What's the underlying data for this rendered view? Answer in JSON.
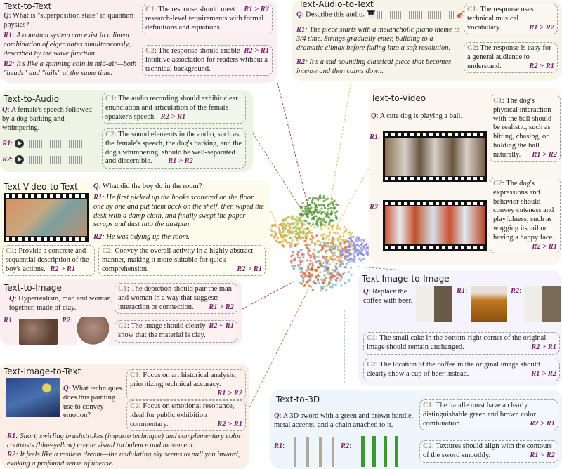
{
  "panels": {
    "t2t": {
      "title": "Text-to-Text",
      "q": "What is \"superposition state\" in quantum physics?",
      "r1": "A quantum system can exist in a linear combination of eigenstates simultaneously, described by the wave function.",
      "r2": "It's like a spinning coin in mid-air—both \"heads\" and \"tails\" at the same time.",
      "c1": "The response should meet research-level requirements with formal definitions and equations.",
      "c1v": "R1 > R2",
      "c2": "The response should enable intuitive association for readers without a technical background.",
      "c2v": "R2 > R1"
    },
    "ta2t": {
      "title": "Text-Audio-to-Text",
      "q": "Describe this audio.",
      "r1": "The piece starts with a melancholic piano theme in 3/4 time. Strings gradually enter, building to a dramatic climax before fading into a soft resolution.",
      "r2": "It's a sad-sounding classical piece that becomes intense and then calms down.",
      "c1": "The response uses technical musical vocabulary.",
      "c1v": "R1 > R2",
      "c2": "The response is easy for a general audience to understand.",
      "c2v": "R2 > R1"
    },
    "t2a": {
      "title": "Text-to-Audio",
      "q": "A female's speech followed by a dog barking and whimpering.",
      "c1": "The audio recording should exhibit clear enunciation and articulation of the female speaker's speech.",
      "c1v": "R2 > R1",
      "c2": "The sound elements in the audio, such as the female's speech, the dog's barking, and the dog's whimpering, should be well-separated and discernible.",
      "c2v": "R1 > R2"
    },
    "t2v": {
      "title": "Text-to-Video",
      "q": "A cute dog is playing a ball.",
      "c1": "The dog's physical interaction with the ball should be realistic, such as hitting, chasing, or holding the ball naturally.",
      "c1v": "R1 > R2",
      "c2": "The dog's expressions and behavior should convey cuteness and playfulness, such as wagging its tail or having a happy face.",
      "c2v": "R2 > R1"
    },
    "tv2t": {
      "title": "Text-Video-to-Text",
      "q": "What did the boy do in the room?",
      "r1": "He first picked up the books scattered on the floor one by one and put them back on the shelf, then wiped the desk with a damp cloth, and finally swept the paper scraps and dust into the dustpan.",
      "r2": "He was tidying up the room.",
      "c1": "Provide a concrete and sequential description of the boy's actions.",
      "c1v": "R2 > R1",
      "c2": "Convey the overall activity in a highly abstract manner, making it more suitable for quick comprehension.",
      "c2v": "R2 > R1"
    },
    "t2i": {
      "title": "Text-to-Image",
      "q": "Hyperrealism, man and woman, together, made of clay.",
      "c1": "The depiction should pair the man and woman in a way that suggests interaction or connection.",
      "c1v": "R1 > R2",
      "c2": "The image should clearly show that the material is clay.",
      "c2v": "R2 ~ R1"
    },
    "ti2i": {
      "title": "Text-Image-to-Image",
      "q": "Replace the coffee with beer.",
      "c1": "The small cake in the bottom-right corner of the original image should remain unchanged.",
      "c1v": "R2 > R1",
      "c2": "The location of the coffee in the original image should clearly show a cup of beer instead.",
      "c2v": "R1 > R2"
    },
    "ti2t": {
      "title": "Text-Image-to-Text",
      "q": "What techniques does this painting use to convey emotion?",
      "r1": "Short, swirling brushstrokes (impasto technique) and complementary color contrasts (blue-yellow) create visual turbulence and movement.",
      "r2": "It feels like a restless dream—the undulating sky seems to pull you inward, evoking a profound sense of unease.",
      "c1": "Focus on art historical analysis, prioritizing technical accuracy.",
      "c1v": "R1 > R2",
      "c2": "Focus on emotional resonance, ideal for public exhibition commentary.",
      "c2v": "R2 > R1"
    },
    "t23d": {
      "title": "Text-to-3D",
      "q": "A 3D sword with a green and brown handle, metal accents, and a chain attached to it.",
      "c1": "The handle must have a clearly distinguishable green and brown color combination.",
      "c1v": "R2 > R1",
      "c2": "Textures should align with the contours of the sword smoothly.",
      "c2v": "R1 > R2"
    }
  },
  "labels": {
    "q": "Q",
    "r1": "R1",
    "r2": "R2",
    "c1": "C1",
    "c2": "C2"
  },
  "colors": {
    "label": "#7a1f6e",
    "criterion": "#b5977a"
  }
}
